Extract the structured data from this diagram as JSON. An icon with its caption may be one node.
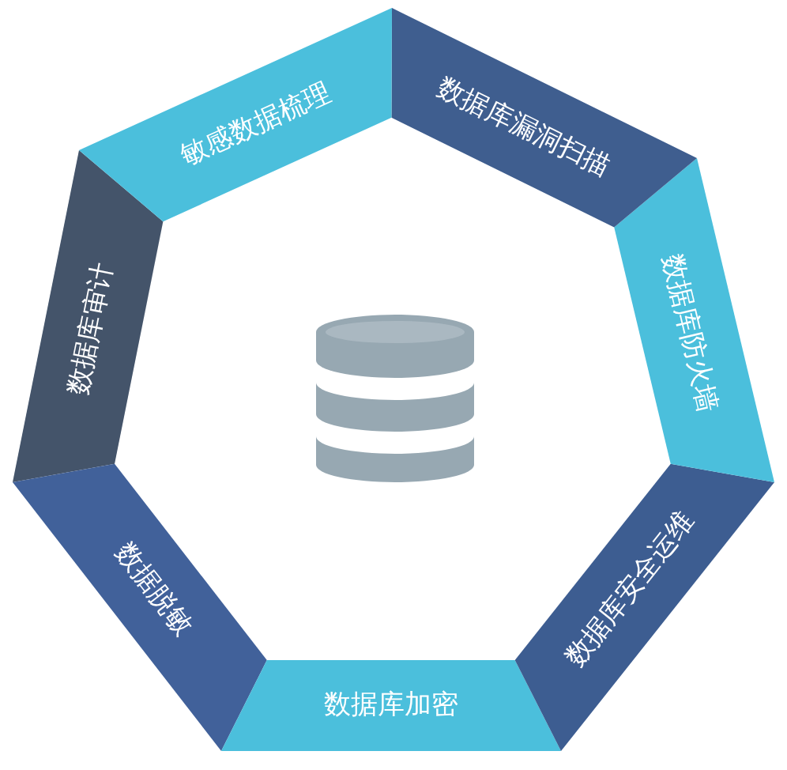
{
  "diagram": {
    "nodes": [
      {
        "text": [
          "敏感数据梳理"
        ]
      },
      {
        "text": [
          "数据库漏洞扫描"
        ]
      },
      {
        "text": [
          "数据库防火墙"
        ]
      },
      {
        "text": [
          "数据库安全运维"
        ]
      },
      {
        "text": [
          "数据库加密"
        ]
      },
      {
        "text": [
          "数据脱敏"
        ]
      },
      {
        "text": [
          "数据库审计"
        ]
      }
    ]
  }
}
